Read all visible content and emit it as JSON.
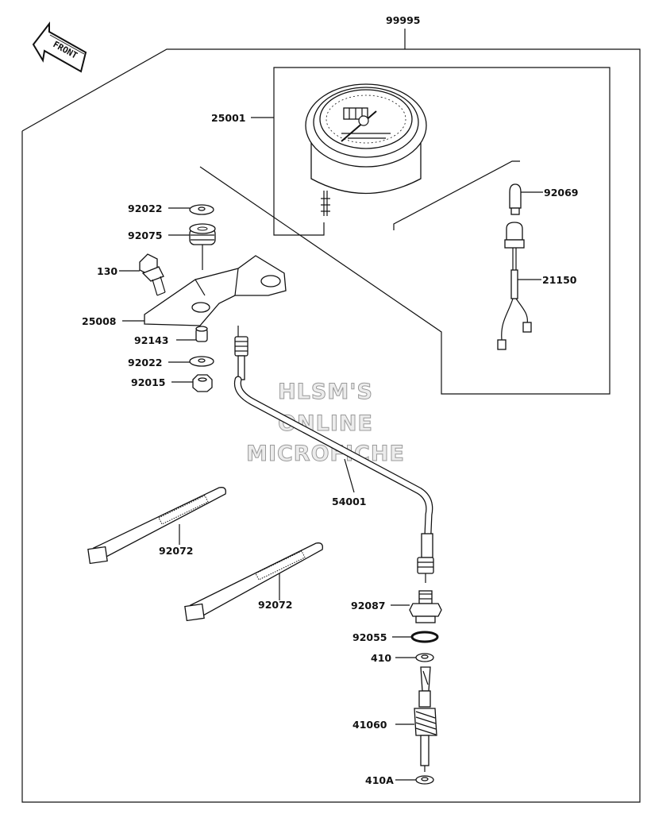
{
  "front_label": "FRONT",
  "watermark": [
    "HLSM'S",
    "ONLINE",
    "MICROFICHE"
  ],
  "callouts": {
    "assembly": "99995",
    "meter": "25001",
    "bulb": "92069",
    "socket": "21150",
    "grommet_top_washer": "92022",
    "grommet": "92075",
    "bolt": "130",
    "bracket": "25008",
    "collar": "92143",
    "washer_lower": "92022",
    "nut": "92015",
    "cable": "54001",
    "band_upper": "92072",
    "band_lower": "92072",
    "bushing": "92087",
    "o_ring": "92055",
    "washer_410": "410",
    "gear": "41060",
    "washer_410a": "410A"
  }
}
